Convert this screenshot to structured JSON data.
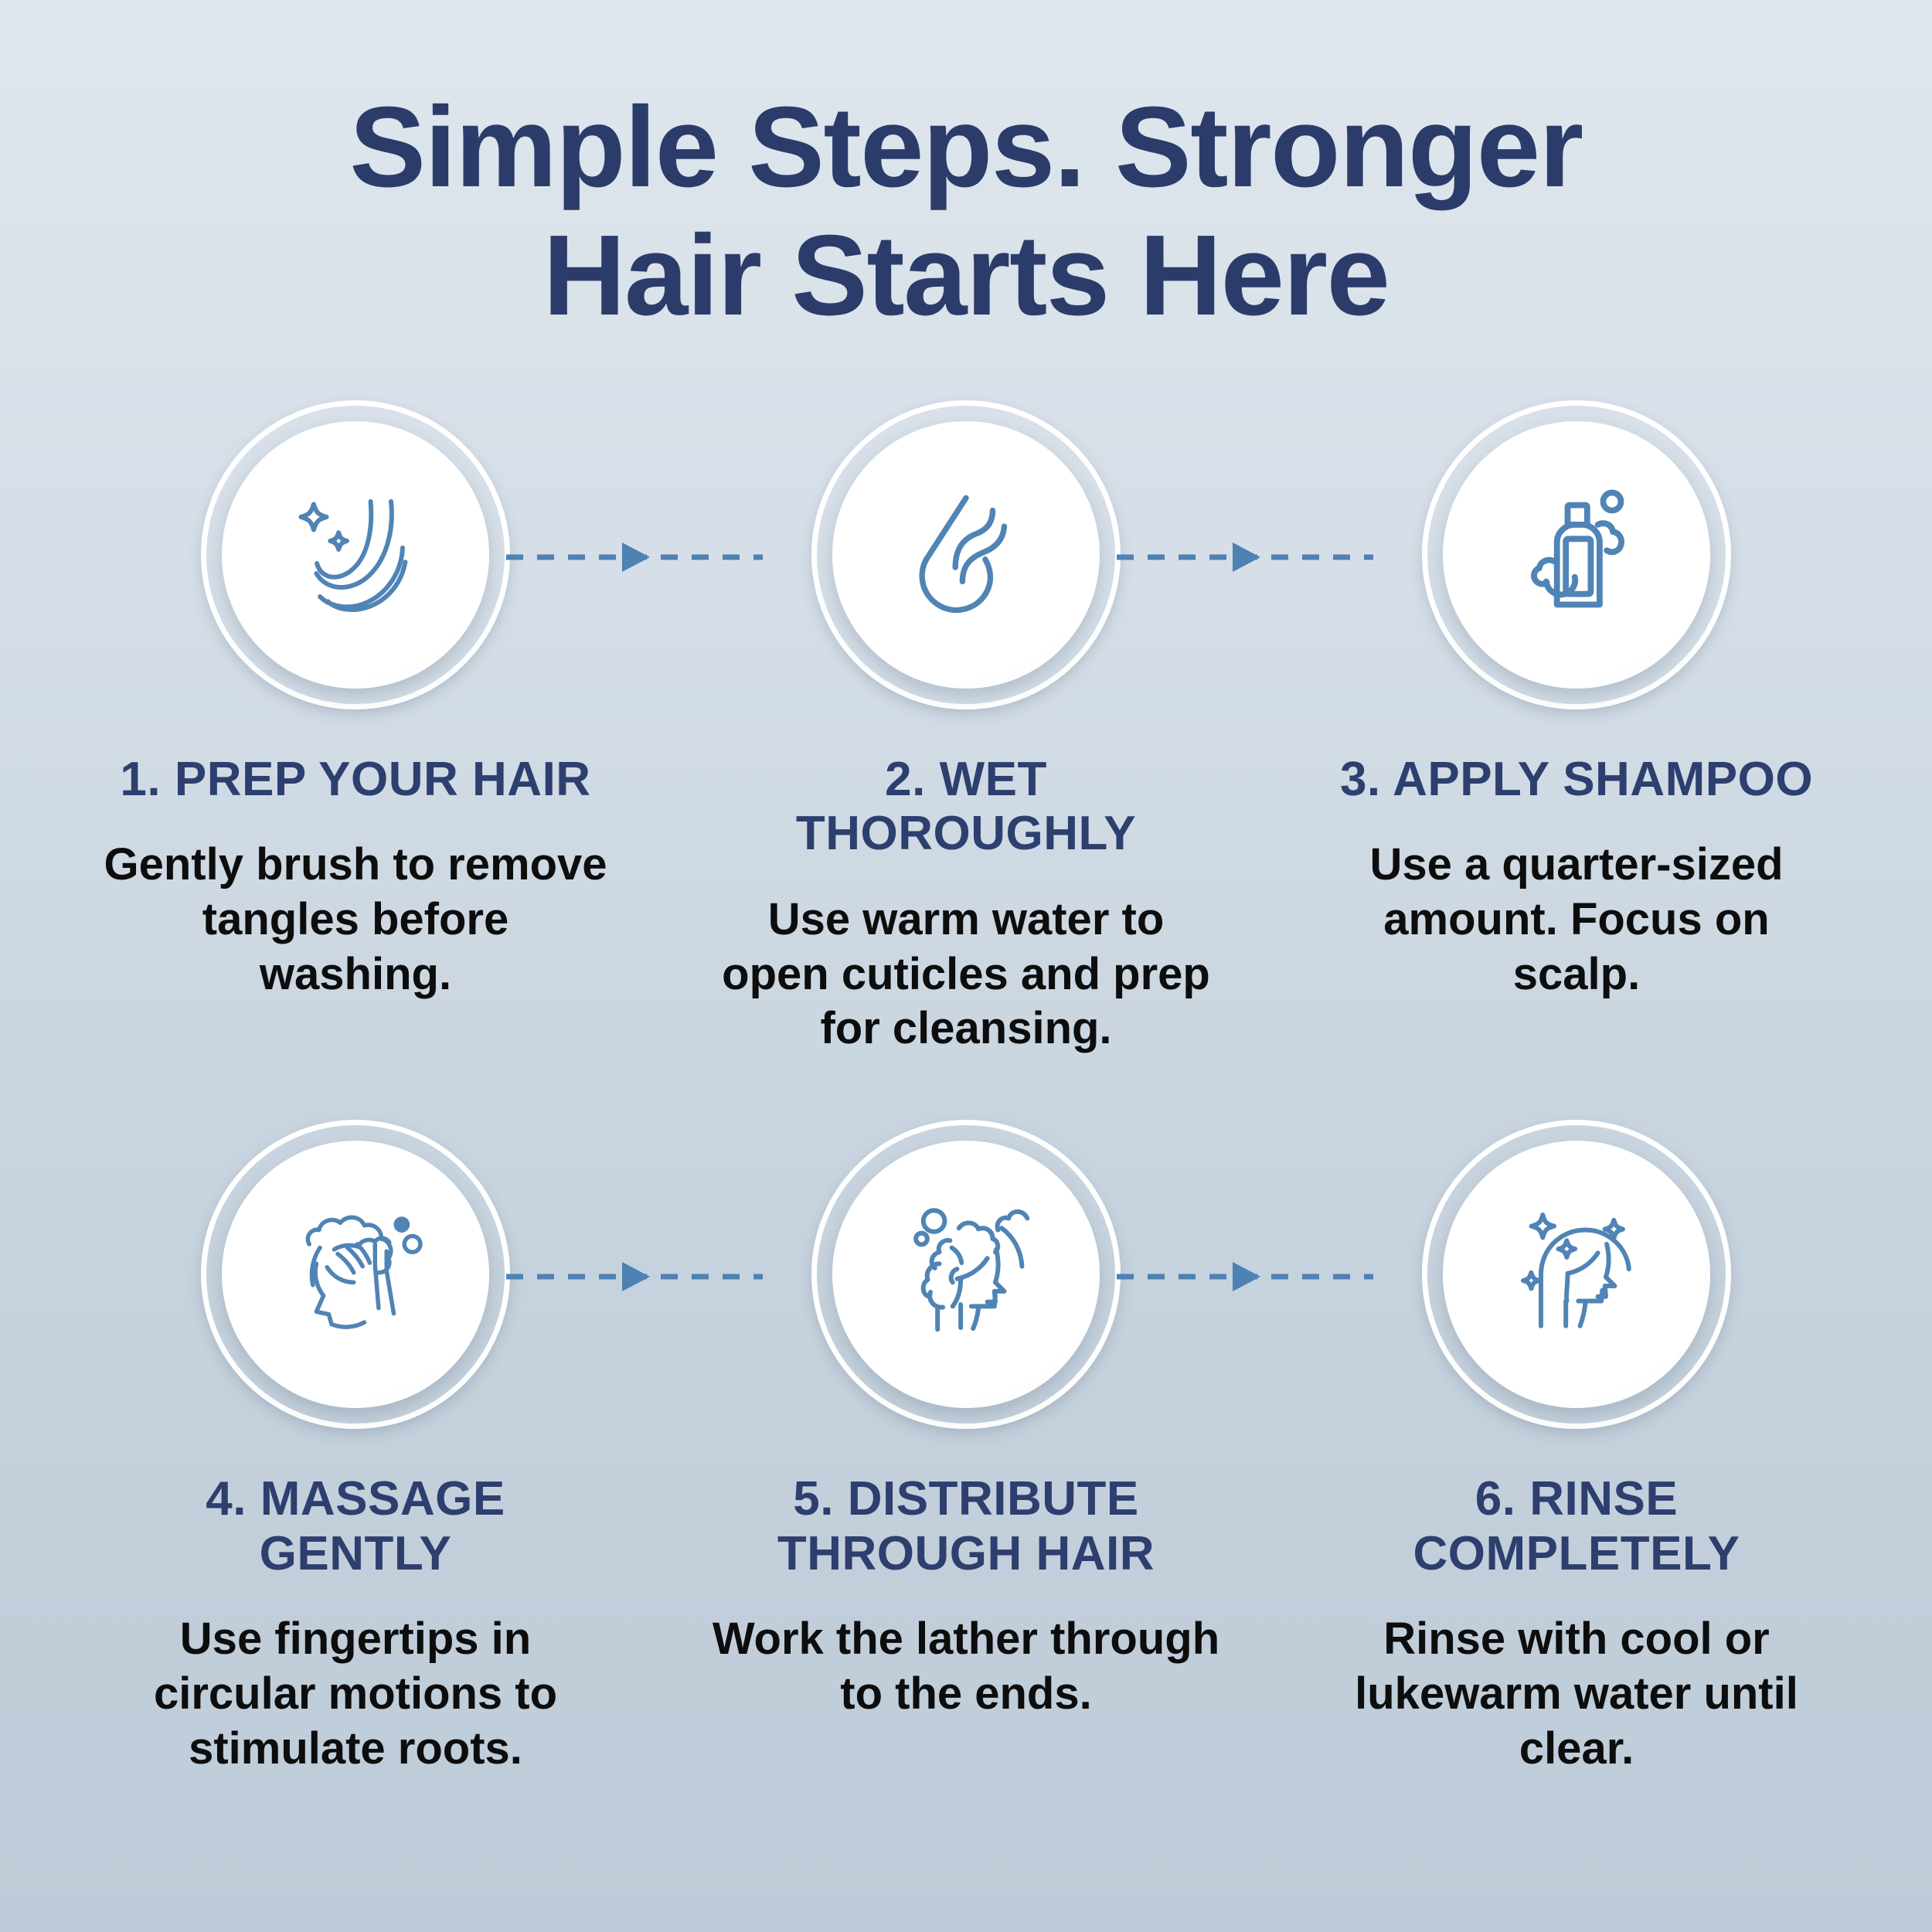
{
  "header": {
    "title_line_1": "Simple Steps. Stronger",
    "title_line_2": "Hair Starts Here"
  },
  "colors": {
    "title_navy": "#2b3c6b",
    "step_title_navy": "#2d3f6e",
    "icon_blue": "#5084b5",
    "arrow_blue": "#4d82b3",
    "body_text": "#0d0d0d",
    "circle_white": "#ffffff",
    "bg_gradient_top": "#dfe6ed",
    "bg_gradient_bottom": "#bdcbd8"
  },
  "steps": [
    {
      "number": "1",
      "title": "1. PREP YOUR HAIR",
      "description": "Gently brush to remove tangles before washing.",
      "icon": "flowing-hair-sparkle-icon"
    },
    {
      "number": "2",
      "title": "2. WET THOROUGHLY",
      "description": "Use warm water to open cuticles and prep for cleansing.",
      "icon": "water-droplet-hair-icon"
    },
    {
      "number": "3",
      "title": "3. APPLY SHAMPOO",
      "description": "Use a quarter-sized amount. Focus on scalp.",
      "icon": "shampoo-bottle-bubbles-icon"
    },
    {
      "number": "4",
      "title": "4. MASSAGE GENTLY",
      "description": "Use fingertips in circular motions to stimulate roots.",
      "icon": "hand-massaging-lather-head-icon"
    },
    {
      "number": "5",
      "title": "5. DISTRIBUTE THROUGH HAIR",
      "description": "Work the lather through to the ends.",
      "icon": "head-profile-lather-icon"
    },
    {
      "number": "6",
      "title": "6. RINSE COMPLETELY",
      "description": "Rinse with cool or lukewarm water until clear.",
      "icon": "clean-head-sparkle-icon"
    }
  ],
  "connectors": [
    {
      "name": "arrow-step1-to-step2",
      "style": "dashed-right-arrow"
    },
    {
      "name": "arrow-step2-to-step3",
      "style": "dashed-right-arrow"
    },
    {
      "name": "arrow-step4-to-step5",
      "style": "dashed-right-arrow"
    },
    {
      "name": "arrow-step5-to-step6",
      "style": "dashed-right-arrow"
    }
  ]
}
